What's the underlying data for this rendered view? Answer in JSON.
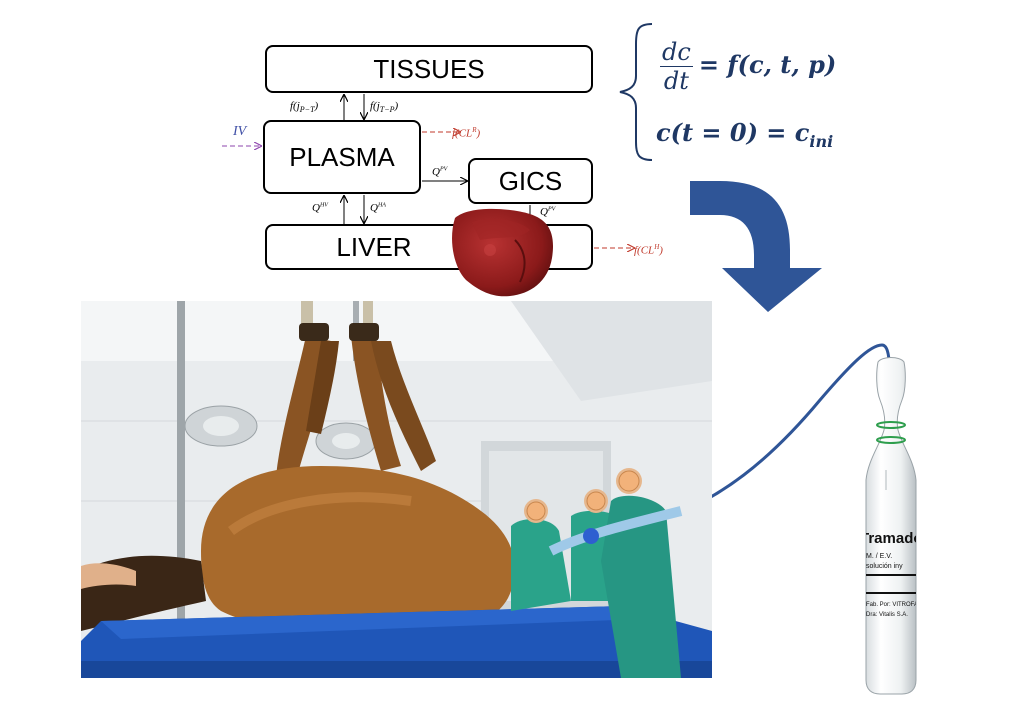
{
  "model": {
    "tissues_label": "TISSUES",
    "plasma_label": "PLASMA",
    "gics_label": "GICS",
    "liver_label": "LIVER",
    "flow_p_to_t": "f(j",
    "flow_p_to_t_sub": "P−T",
    "flow_t_to_p": "f(j",
    "flow_t_to_p_sub": "T−P",
    "close_paren": ")",
    "iv_label": "IV",
    "renal_clearance": "f(CL",
    "renal_clearance_sup": "R",
    "hepatic_clearance": "f(CL",
    "hepatic_clearance_sup": "H",
    "q_pv_plasma_gics": "Q",
    "q_pv_sup": "PV",
    "q_hv": "Q",
    "q_hv_sup": "HV",
    "q_ha": "Q",
    "q_ha_sup": "HA",
    "q_pv_gics_liver": "Q",
    "q_pv2_sup": "PV"
  },
  "equations": {
    "eq1_num": "dc",
    "eq1_den": "dt",
    "eq1_rhs": "= f(c, t, p)",
    "eq2": "c(t = 0) = c",
    "eq2_sub": "ini"
  },
  "ampoule": {
    "brand": "Tramadol",
    "line1": "M. / E.V.",
    "line2": "solución iny",
    "line3": "Fab. Por: VITROFAR",
    "line4": "Dra: Vitalis S.A."
  },
  "colors": {
    "arrow_blue": "#2f5597",
    "equation_navy": "#1f3864",
    "clearance_red": "#c0392b",
    "iv_purple": "#8e44ad",
    "liver_red": "#8b1a1a",
    "horse_brown": "#a86a2c",
    "mat_blue": "#1f56b8",
    "scrubs_teal": "#2aa38a"
  }
}
